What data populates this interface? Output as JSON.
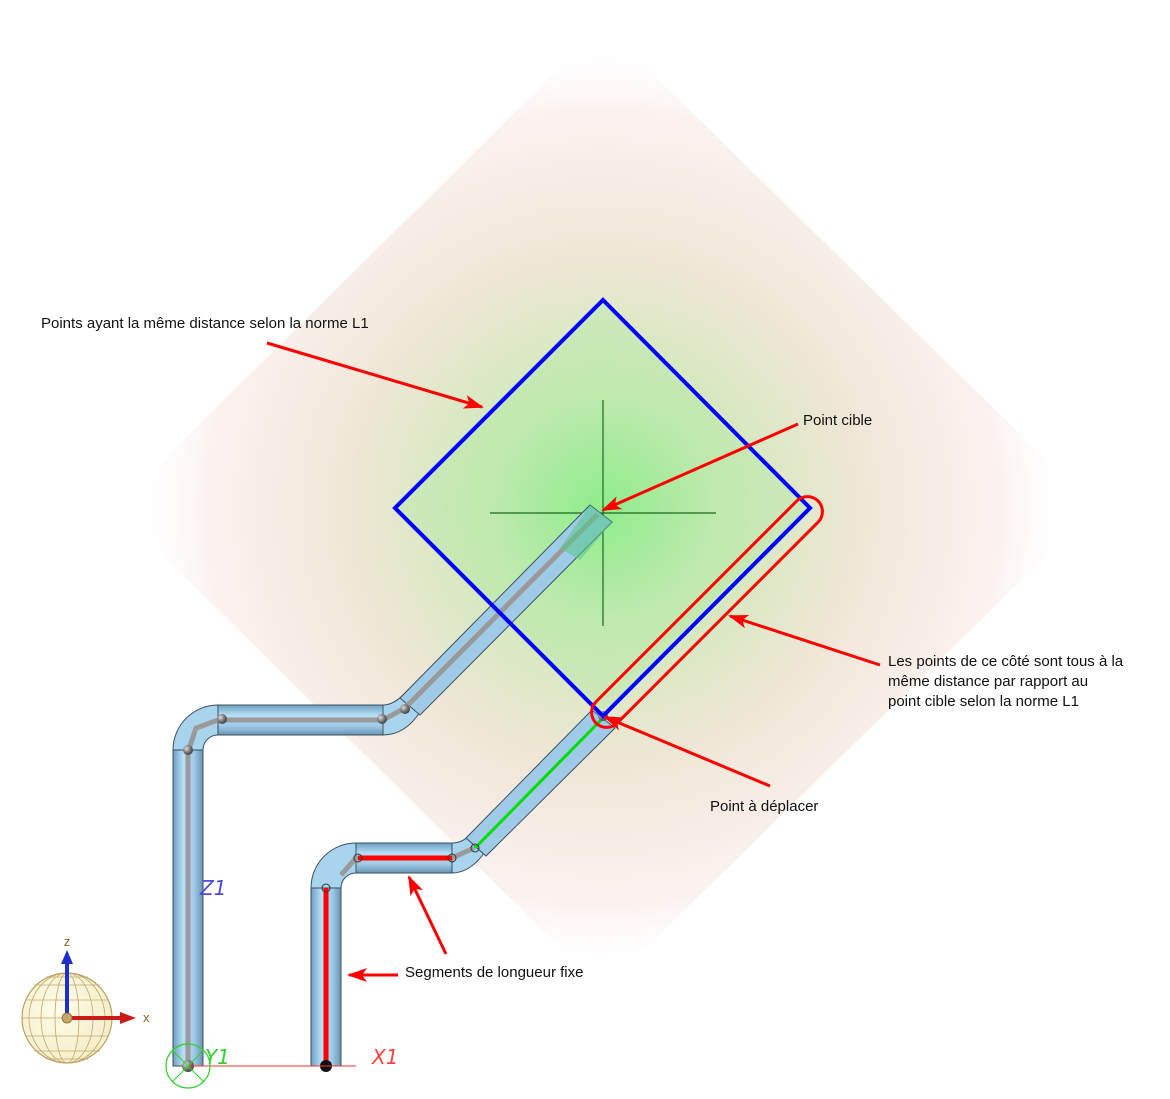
{
  "annotations": {
    "l1_diamond": "Points ayant la même distance selon la norme L1",
    "target_point": "Point cible",
    "side_equal_distance": [
      "Les points de ce côté sont tous à la",
      "même distance par rapport au",
      "point cible selon la norme L1"
    ],
    "point_to_move": "Point à déplacer",
    "fixed_segments": "Segments de longueur fixe"
  },
  "axis_labels": {
    "z1": "Z1",
    "y1": "Y1",
    "x1": "X1"
  },
  "orientation_widget": {
    "z": "z",
    "x": "x"
  },
  "colors": {
    "diamond": "#0000ff",
    "arrow": "#ff0000",
    "highlight": "#ff0000",
    "pipe": "#9fcbe8",
    "pipe_dark": "#5f8fb0",
    "centerline": "#9a9a9a",
    "fixed_segment": "#ff0000",
    "moving_segment": "#00dd00",
    "target_glow": "#7ef07e",
    "crosshair": "#1a6a1a",
    "z_axis_text": "#4a4adf",
    "x_axis_text": "#ff4040",
    "y_axis_text": "#30d030",
    "widget_z": "#1a2fcc",
    "widget_x": "#cc1a1a",
    "widget_sphere": "#b8a060"
  }
}
